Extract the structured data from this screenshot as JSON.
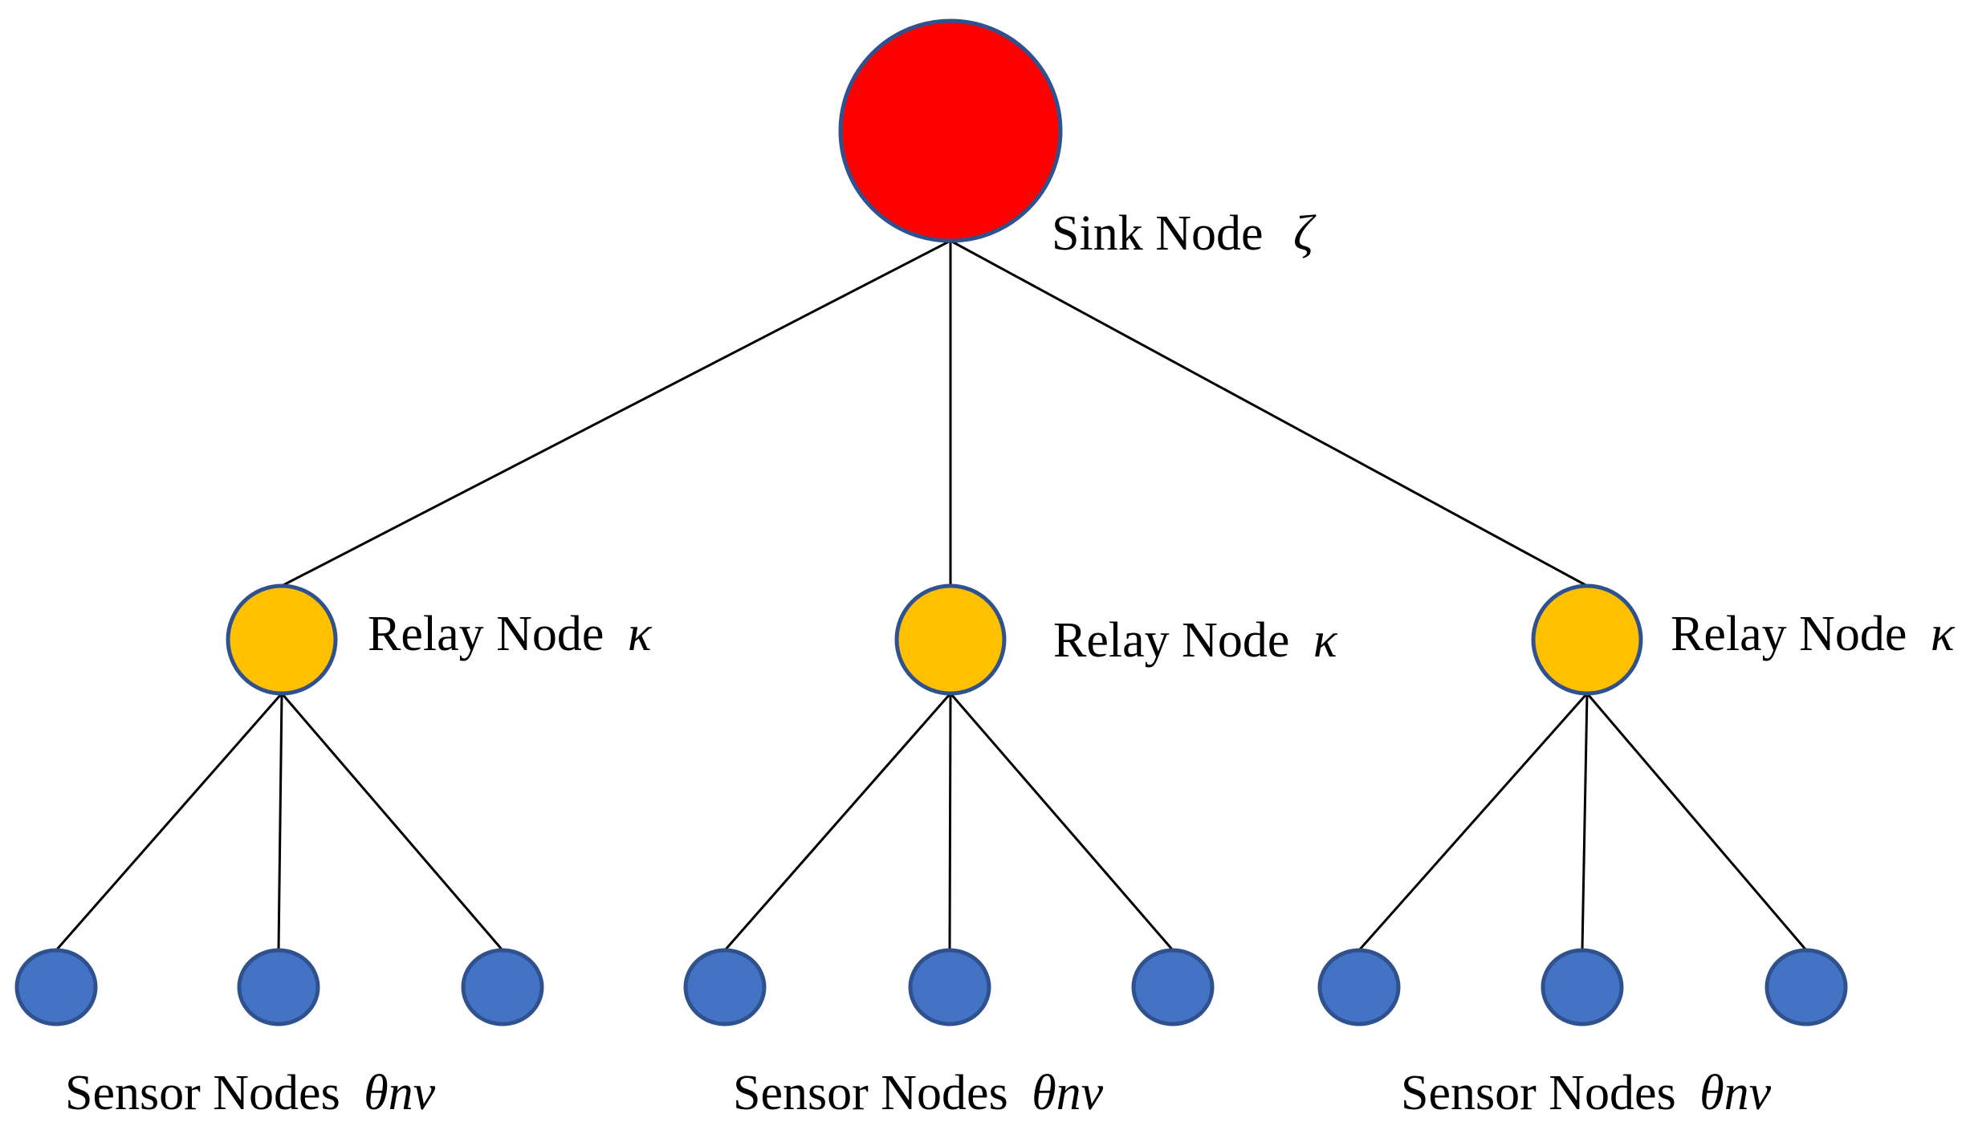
{
  "diagram": {
    "type": "tree",
    "colors": {
      "sink": "#FF0000",
      "relay": "#FFC000",
      "sensor": "#4472C4",
      "outline": "#2F528F",
      "edge": "#000000"
    },
    "sink": {
      "label": "Sink Node",
      "symbol": "ζ"
    },
    "relays": [
      {
        "label": "Relay Node",
        "symbol": "κ"
      },
      {
        "label": "Relay Node",
        "symbol": "κ"
      },
      {
        "label": "Relay Node",
        "symbol": "κ"
      }
    ],
    "sensor_groups": [
      {
        "label": "Sensor Nodes",
        "symbol": "θnv",
        "count": 3
      },
      {
        "label": "Sensor Nodes",
        "symbol": "θnv",
        "count": 3
      },
      {
        "label": "Sensor Nodes",
        "symbol": "θnv",
        "count": 3
      }
    ]
  }
}
